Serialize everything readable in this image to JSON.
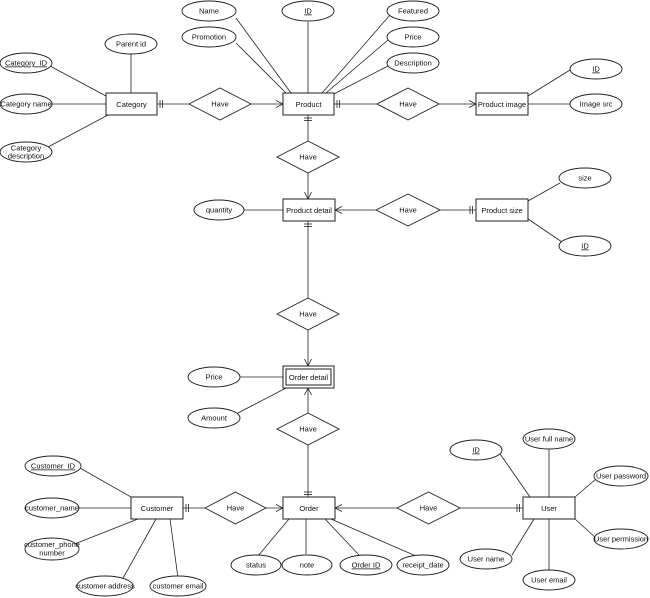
{
  "entities": {
    "category": "Category",
    "product": "Product",
    "product_image": "Product image",
    "product_detail": "Product detail",
    "product_size": "Product size",
    "order_detail": "Order detail",
    "order": "Order",
    "customer": "Customer",
    "user": "User"
  },
  "relationships": {
    "category_product": "Have",
    "product_image": "Have",
    "product_detail": "Have",
    "detail_size": "Have",
    "detail_orderdetail": "Have",
    "orderdetail_order": "Have",
    "customer_order": "Have",
    "user_order": "Have"
  },
  "attributes": {
    "product": {
      "name": "Name",
      "id": "ID",
      "featured": "Featured",
      "promotion": "Promotion",
      "price": "Price",
      "description": "Description"
    },
    "category": {
      "parent_id": "Parent id",
      "category_id": "Category_ID",
      "category_name": "Category name",
      "category_description_1": "Category",
      "category_description_2": "description"
    },
    "product_image": {
      "id": "ID",
      "image_src": "Image src"
    },
    "product_detail": {
      "quantity": "quantity"
    },
    "product_size": {
      "size": "size",
      "id": "ID"
    },
    "order_detail": {
      "price": "Price",
      "amount": "Amount"
    },
    "customer": {
      "customer_id": "Customer_ID",
      "customer_name": "customer_name",
      "customer_phone_1": "customer_phone",
      "customer_phone_2": "number",
      "customer_address": "customer address",
      "customer_email": "customer email"
    },
    "order": {
      "status": "status",
      "note": "note",
      "order_id": "Order ID",
      "receipt_date": "receipt_date"
    },
    "user": {
      "id": "ID",
      "full_name": "User full name",
      "password": "User password",
      "permission": "User permission",
      "user_name": "User name",
      "email": "User email"
    }
  }
}
